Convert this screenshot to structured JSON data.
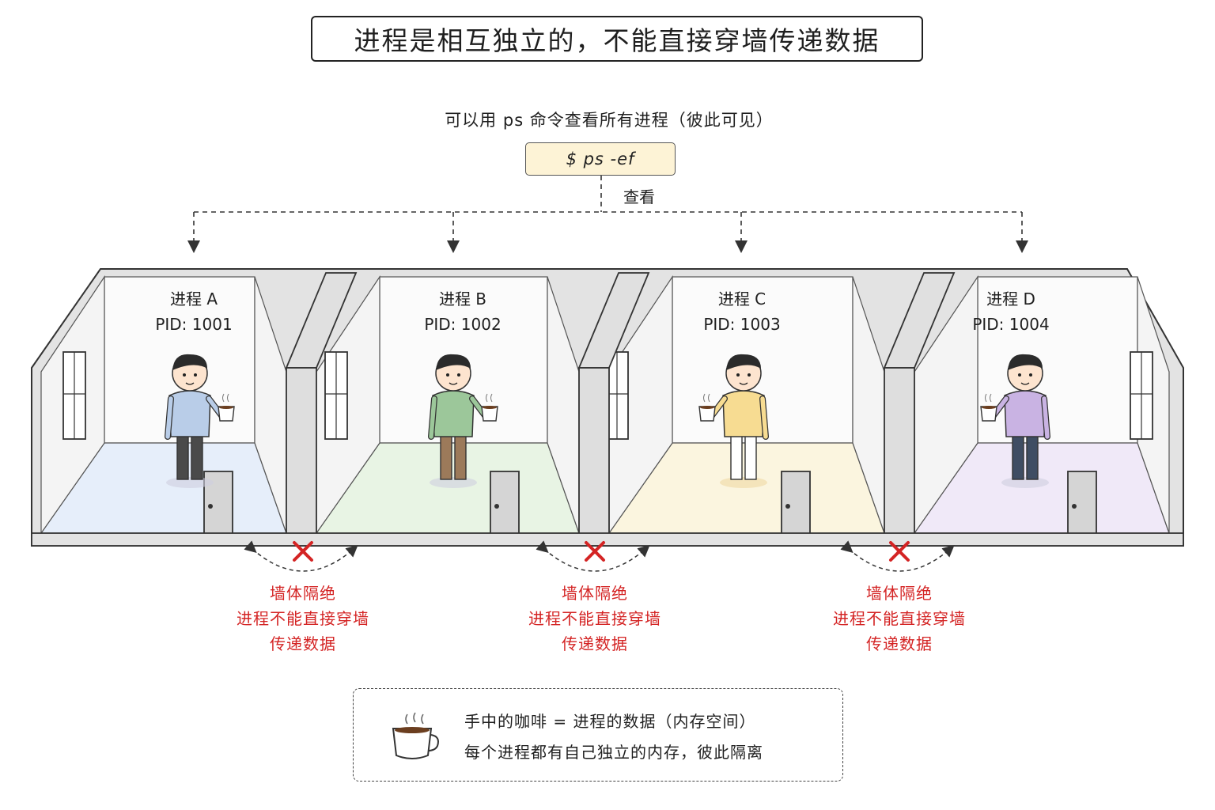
{
  "title": "进程是相互独立的，不能直接穿墙传递数据",
  "subtitle": "可以用 ps 命令查看所有进程（彼此可见）",
  "command": "$ ps -ef",
  "view_label": "查看",
  "rooms": [
    {
      "name": "进程 A",
      "pid": "PID: 1001",
      "shirt": "#b9cde8",
      "pants": "#4a4a4a",
      "floor": "#e6eefa"
    },
    {
      "name": "进程 B",
      "pid": "PID: 1002",
      "shirt": "#9cc79a",
      "pants": "#9c7a5a",
      "floor": "#e8f4e4"
    },
    {
      "name": "进程 C",
      "pid": "PID: 1003",
      "shirt": "#f7dc92",
      "pants": "#ffffff",
      "floor": "#fbf5df"
    },
    {
      "name": "进程 D",
      "pid": "PID: 1004",
      "shirt": "#c9b3e3",
      "pants": "#3f4d63",
      "floor": "#f0e9f8"
    }
  ],
  "wall_notes": [
    {
      "line1": "墙体隔绝",
      "line2": "进程不能直接穿墙",
      "line3": "传递数据"
    },
    {
      "line1": "墙体隔绝",
      "line2": "进程不能直接穿墙",
      "line3": "传递数据"
    },
    {
      "line1": "墙体隔绝",
      "line2": "进程不能直接穿墙",
      "line3": "传递数据"
    }
  ],
  "legend": {
    "line1": "手中的咖啡 = 进程的数据（内存空间）",
    "line2": "每个进程都有自己独立的内存，彼此隔离"
  },
  "colors": {
    "blocked": "#d42424",
    "command_bg": "#fdf3d6",
    "wall": "#e0e0e0"
  }
}
